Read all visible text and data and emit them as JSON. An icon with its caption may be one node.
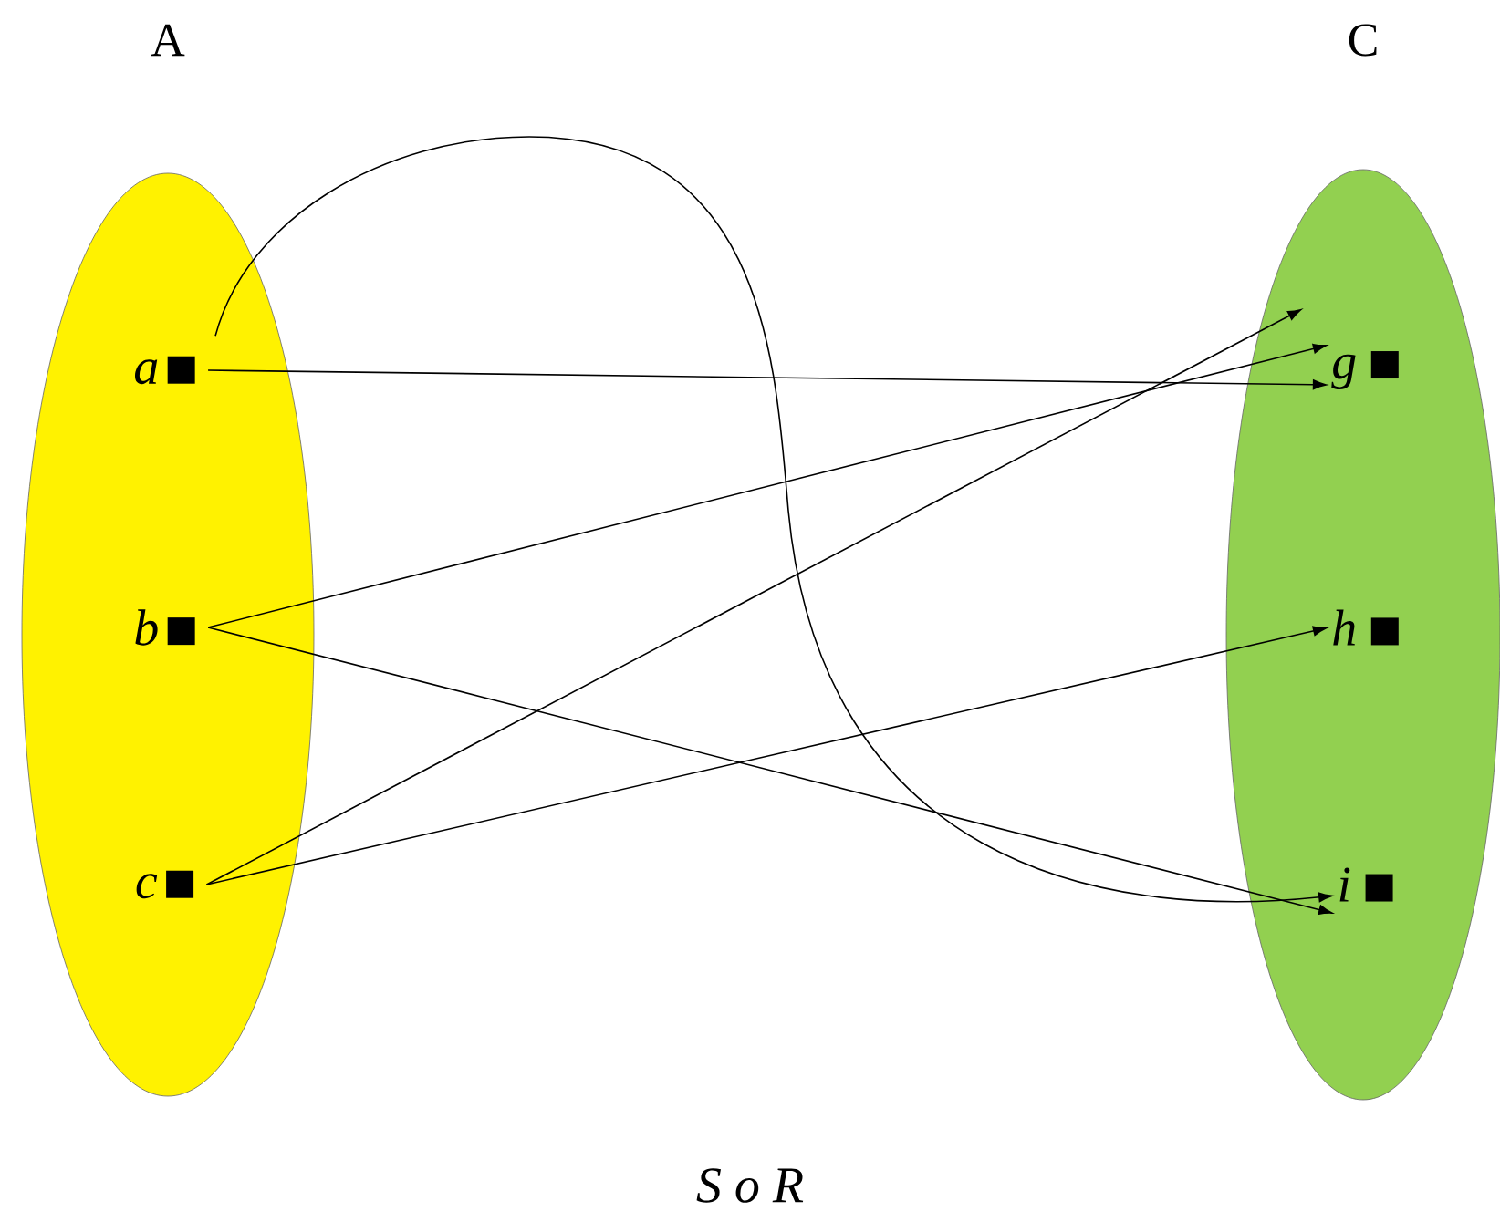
{
  "diagram": {
    "caption": "S o R",
    "nodes": [
      {
        "text": [
          "A"
        ]
      },
      {
        "text": [
          "a"
        ],
        "in": 0
      },
      {
        "text": [
          "b"
        ],
        "in": 0
      },
      {
        "text": [
          "c"
        ],
        "in": 0
      },
      {
        "text": [
          "C"
        ]
      },
      {
        "text": [
          "g"
        ],
        "in": 4
      },
      {
        "text": [
          "h"
        ],
        "in": 4
      },
      {
        "text": [
          "i"
        ],
        "in": 4
      }
    ],
    "edges": [
      {
        "from": 1,
        "to": 5,
        "arrow": "to"
      },
      {
        "from": 1,
        "to": 7,
        "arrow": "to"
      },
      {
        "from": 2,
        "to": 5,
        "arrow": "to"
      },
      {
        "from": 2,
        "to": 7,
        "arrow": "to"
      },
      {
        "from": 3,
        "to": 5,
        "arrow": "to"
      },
      {
        "from": 3,
        "to": 6,
        "arrow": "to"
      }
    ]
  }
}
